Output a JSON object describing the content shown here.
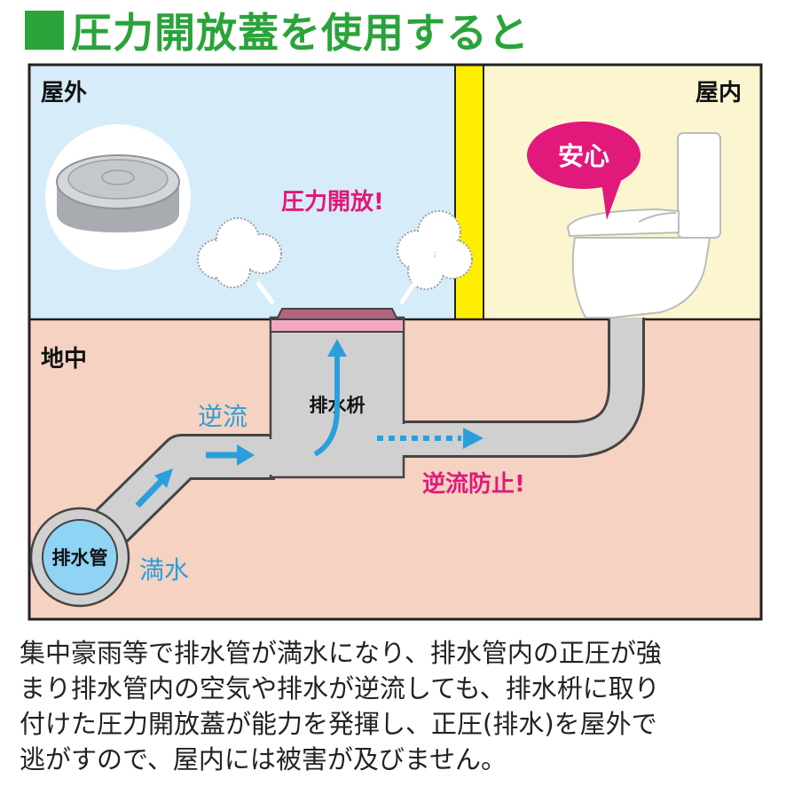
{
  "heading": "圧力開放蓋を使用すると",
  "labels": {
    "outdoor": "屋外",
    "indoor": "屋内",
    "underground": "地中",
    "safe": "安心",
    "pressure_release": "圧力開放!",
    "catch_basin": "排水枡",
    "backflow": "逆流",
    "backflow_prevented": "逆流防止!",
    "drain_pipe": "排水管",
    "full_water": "満水"
  },
  "caption": [
    "集中豪雨等で排水管が満水になり、排水管内の正圧が強",
    "まり排水管内の空気や排水が逆流しても、排水枡に取り",
    "付けた圧力開放蓋が能力を発揮し、正圧(排水)を屋外で",
    "逃がすので、屋内には被害が及びません。"
  ],
  "colors": {
    "heading_green": "#2aa33a",
    "outdoor_sky": "#d6ecf8",
    "indoor_wall": "#fbf6cf",
    "wall_yellow": "#ffee00",
    "soil": "#f5d2c2",
    "pipe_gray": "#d0d0d0",
    "water_blue": "#2a9fdc",
    "magenta": "#e0197a",
    "lid_pink": "#f2a8c2"
  }
}
